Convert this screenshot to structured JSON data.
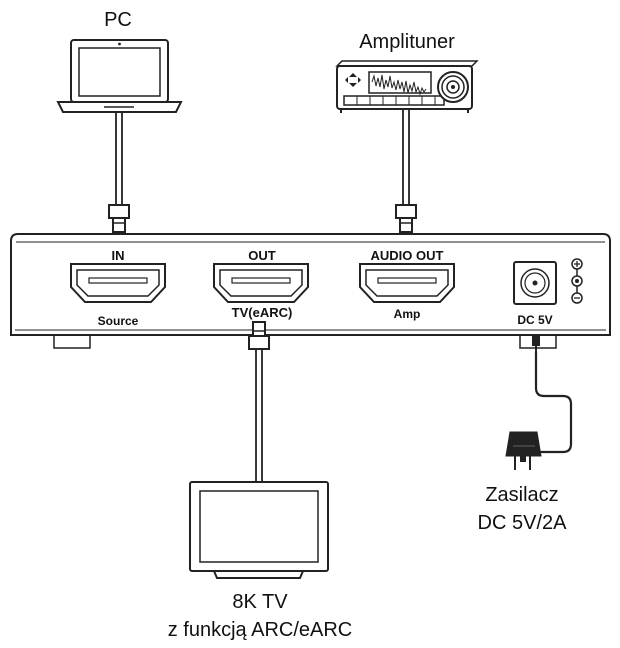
{
  "devices": {
    "pc": "PC",
    "amplituner": "Amplituner",
    "tv_line1": "8K TV",
    "tv_line2": "z funkcją ARC/eARC",
    "psu_line1": "Zasilacz",
    "psu_line2": "DC 5V/2A"
  },
  "ports": {
    "in_label": "IN",
    "in_sub": "Source",
    "out_label": "OUT",
    "out_sub": "TV(eARC)",
    "audio_label": "AUDIO OUT",
    "audio_sub": "Amp",
    "dc_label": "DC 5V"
  }
}
